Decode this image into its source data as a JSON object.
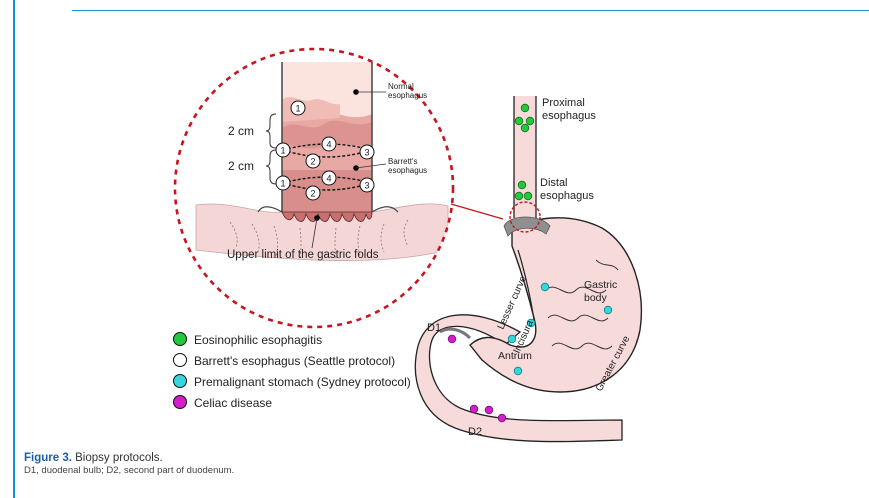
{
  "caption": {
    "figure_label": "Figure 3.",
    "title": "Biopsy protocols.",
    "note": "D1, duodenal bulb; D2, second part of duodenum."
  },
  "inset": {
    "normal_esophagus": [
      "Normal",
      "esophagus"
    ],
    "barretts_esophagus": [
      "Barrett's",
      "esophagus"
    ],
    "dimension_top": "2 cm",
    "dimension_bottom": "2 cm",
    "gastric_folds": "Upper limit of the gastric folds",
    "markers": [
      "1",
      "1",
      "4",
      "3",
      "2",
      "1",
      "4",
      "3",
      "2"
    ]
  },
  "anatomy": {
    "proximal_esophagus": [
      "Proximal",
      "esophagus"
    ],
    "distal_esophagus": [
      "Distal",
      "esophagus"
    ],
    "gastric_body": [
      "Gastric",
      "body"
    ],
    "lesser_curve": "Lesser curve",
    "greater_curve": "Greater curve",
    "incisura": "Incisura",
    "antrum": "Antrum",
    "d1": "D1",
    "d2": "D2"
  },
  "legend": [
    {
      "label": "Eosinophilic esophagitis",
      "color": "#22c93a"
    },
    {
      "label": "Barrett's esophagus (Seattle protocol)",
      "color": "#ffffff"
    },
    {
      "label": "Premalignant stomach (Sydney protocol)",
      "color": "#36d6dc"
    },
    {
      "label": "Celiac disease",
      "color": "#d21fc9"
    }
  ],
  "colors": {
    "accent_rule": "#1a8fd0",
    "inset_circle": "#c8141e",
    "eosinophilic": "#22c93a",
    "sydney": "#36d6dc",
    "celiac": "#d21fc9",
    "stomach_fill": "#f7dada"
  }
}
